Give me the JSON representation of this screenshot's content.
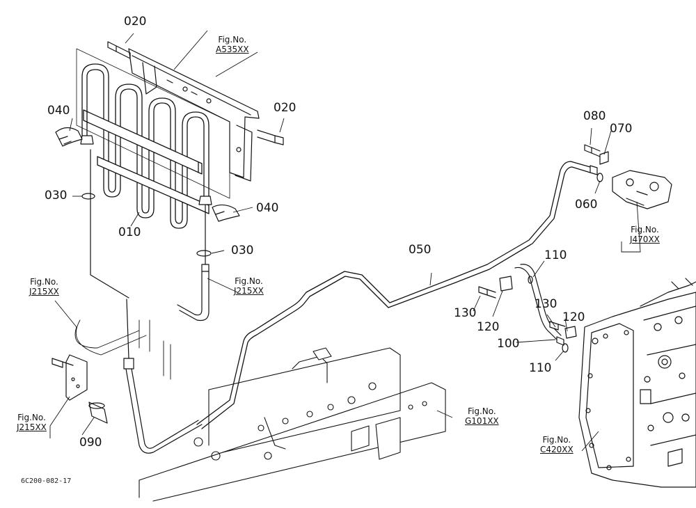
{
  "diagram": {
    "callouts": {
      "c020a": "020",
      "c020b": "020",
      "c040a": "040",
      "c040b": "040",
      "c030a": "030",
      "c030b": "030",
      "c010": "010",
      "c050": "050",
      "c080": "080",
      "c070": "070",
      "c060": "060",
      "c110a": "110",
      "c110b": "110",
      "c130a": "130",
      "c130b": "130",
      "c120a": "120",
      "c120b": "120",
      "c100": "100",
      "c090": "090"
    },
    "figure_refs": {
      "prefix": "Fig.No.",
      "a535": "A535XX",
      "j215_left": "J215XX",
      "j215_mid": "J215XX",
      "j215_bottom": "J215XX",
      "j470": "J470XX",
      "g101": "G101XX",
      "c420": "C420XX"
    },
    "drawing_id": "6C200-082-17"
  }
}
